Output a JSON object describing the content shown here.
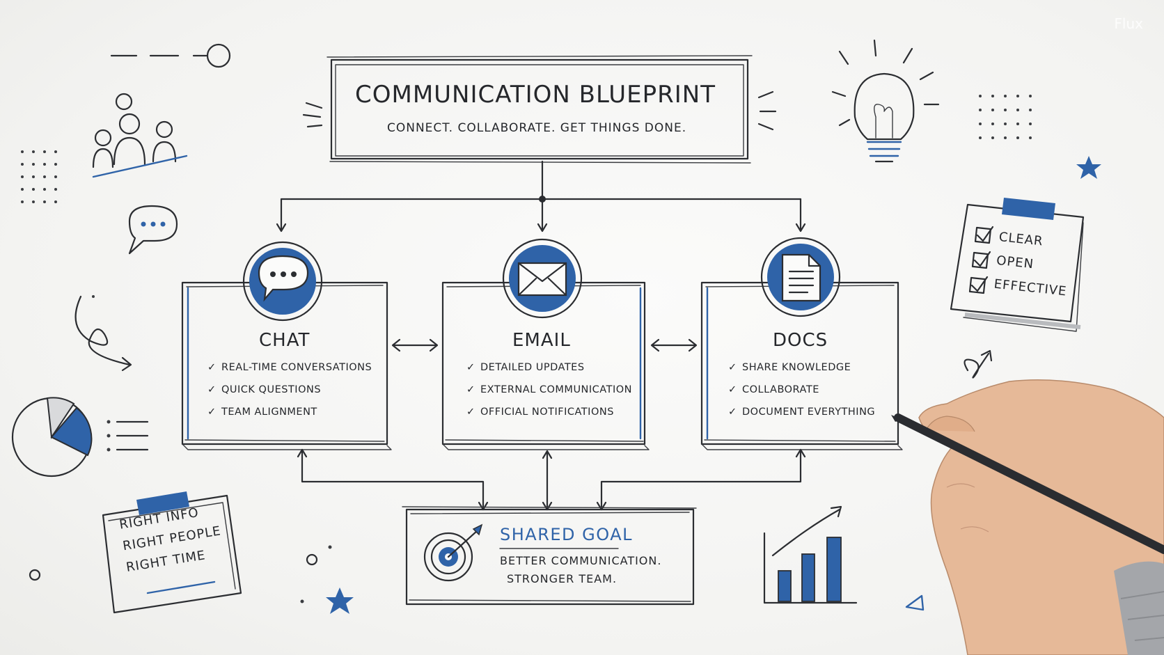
{
  "header": {
    "title": "Communication Blueprint",
    "subtitle": "Connect. Collaborate. Get things done."
  },
  "cards": [
    {
      "title": "Chat",
      "icon": "chat-bubble-icon",
      "items": [
        "Real-time conversations",
        "Quick questions",
        "Team alignment"
      ]
    },
    {
      "title": "Email",
      "icon": "envelope-icon",
      "items": [
        "Detailed updates",
        "External communication",
        "Official notifications"
      ]
    },
    {
      "title": "Docs",
      "icon": "document-icon",
      "items": [
        "Share knowledge",
        "Collaborate",
        "Document everything"
      ]
    }
  ],
  "goal": {
    "title": "Shared Goal",
    "line1": "Better communication.",
    "line2": "Stronger team."
  },
  "note": {
    "lines": [
      "Right info",
      "Right people",
      "Right time"
    ]
  },
  "checklist": {
    "items": [
      "Clear",
      "Open",
      "Effective"
    ]
  },
  "watermark": "Flux",
  "colors": {
    "accent": "#2f63a8",
    "ink": "#2b2d31",
    "paper": "#f4f4f2"
  },
  "icons": [
    "team-icon",
    "speech-bubble-icon",
    "pie-chart-icon",
    "lightbulb-icon",
    "star-icon",
    "target-icon",
    "bar-chart-icon",
    "hand-with-pencil-icon"
  ]
}
